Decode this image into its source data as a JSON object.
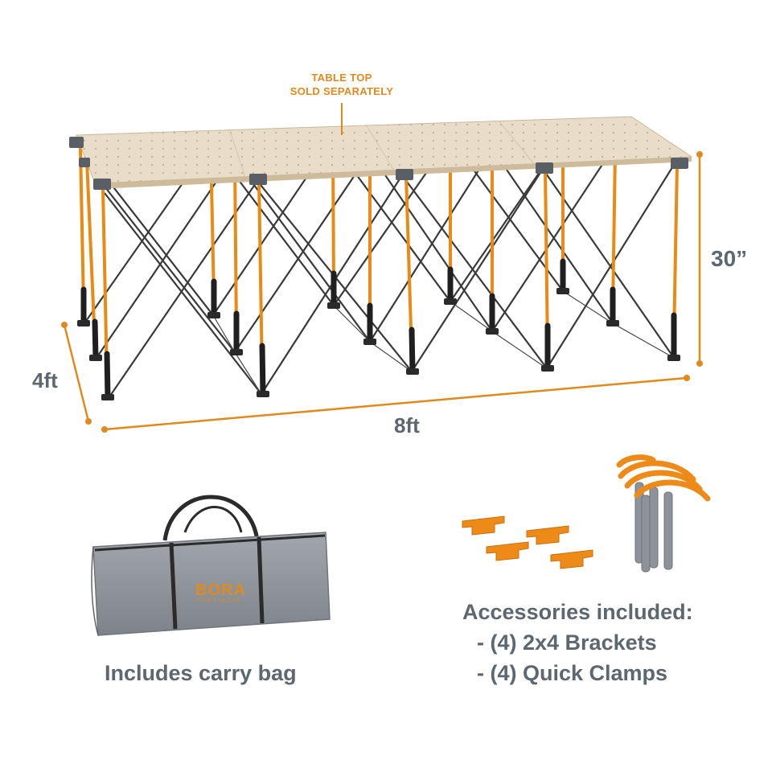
{
  "callout": {
    "line1": "TABLE TOP",
    "line2": "SOLD SEPARATELY"
  },
  "dimensions": {
    "height": "30”",
    "depth": "4ft",
    "length": "8ft"
  },
  "bag": {
    "caption": "Includes carry bag",
    "brand": "BORA",
    "brand_sub": "PORTAMATE"
  },
  "accessories": {
    "title": "Accessories included:",
    "items": [
      "- (4) 2x4 Brackets",
      "- (4) Quick Clamps"
    ]
  },
  "colors": {
    "accent": "#e08a1e",
    "text": "#5d6770",
    "tabletop": "#e9ddc9",
    "leg_dark": "#2b2b2b",
    "bag": "#8e9399"
  }
}
